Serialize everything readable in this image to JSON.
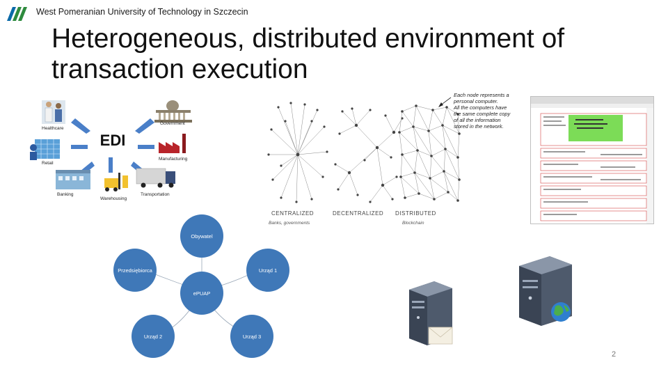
{
  "header": {
    "university": "West Pomeranian University of Technology in Szczecin"
  },
  "title": "Heterogeneous, distributed environment of transaction execution",
  "page_number": "2",
  "edi": {
    "center": "EDI",
    "labels": [
      "Healthcare",
      "Retail",
      "Banking",
      "Warehousing",
      "Government",
      "Manufacturing",
      "Transportation"
    ]
  },
  "networks": {
    "labels": [
      "CENTRALIZED",
      "DECENTRALIZED",
      "DISTRIBUTED"
    ],
    "sub_left": "Banks, governments",
    "sub_right": "Blockchain",
    "note": [
      "Each node represents a",
      "personal computer.",
      "All the computers have",
      "the same complete copy",
      "of all the information",
      "stored in the network."
    ]
  },
  "epuap": {
    "center": "ePUAP",
    "nodes": [
      "Obywatel",
      "Urząd 1",
      "Urząd 3",
      "Urząd 2",
      "Przedsiębiorca"
    ]
  },
  "colors": {
    "accent_green": "#2e8b3e",
    "bubble_blue": "#3f78b8",
    "form_green": "#7cdc57"
  }
}
